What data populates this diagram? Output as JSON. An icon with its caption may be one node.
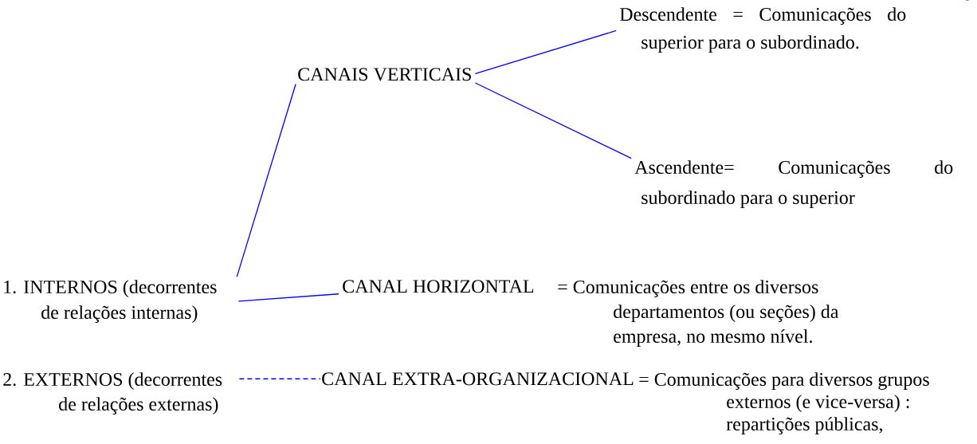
{
  "diagram": {
    "nodes": [
      {
        "text": [
          "1. INTERNOS (decorrentes de relações internas)"
        ]
      },
      {
        "text": [
          "CANAIS VERTICAIS"
        ]
      },
      {
        "text": [
          "Descendente = Comunicações do superior para o subordinado."
        ]
      },
      {
        "text": [
          "Ascendente= Comunicações do subordinado para o superior"
        ]
      },
      {
        "text": [
          "CANAL HORIZONTAL"
        ],
        "beside": [
          "= Comunicações entre os diversos departamentos (ou seções) da empresa, no mesmo nível."
        ]
      },
      {
        "text": [
          "2. EXTERNOS (decorrentes de relações externas)"
        ]
      },
      {
        "text": [
          "CANAL EXTRA-ORGANIZACIONAL"
        ],
        "beside": [
          "= Comunicações para diversos grupos externos (e vice-versa) : repartições públicas,"
        ]
      }
    ],
    "edges": [
      {
        "from": 0,
        "to": 1,
        "arrow": "none"
      },
      {
        "from": 1,
        "to": 2,
        "arrow": "none"
      },
      {
        "from": 1,
        "to": 3,
        "arrow": "none"
      },
      {
        "from": 0,
        "to": 4,
        "arrow": "none"
      },
      {
        "from": 5,
        "to": 6,
        "arrow": "none",
        "style": "dashed"
      }
    ]
  }
}
